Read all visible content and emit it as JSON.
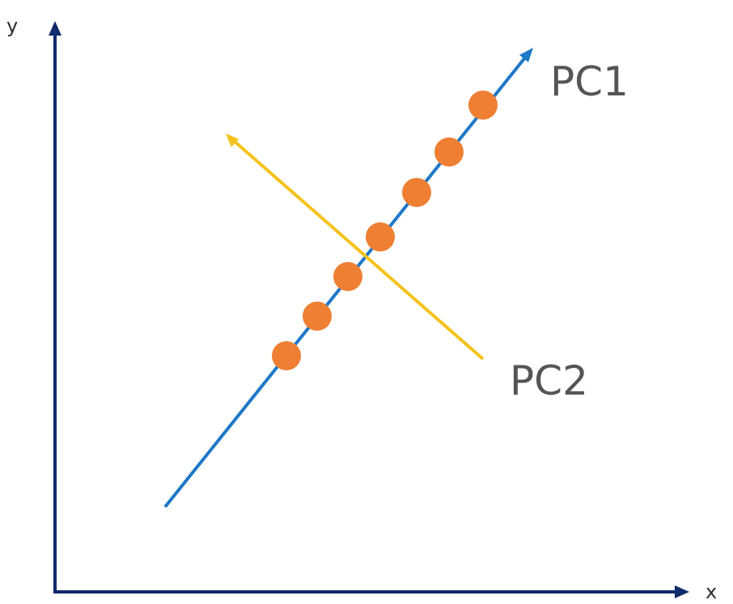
{
  "axes": {
    "x_label": "x",
    "y_label": "y",
    "color": "#102a6b"
  },
  "components": [
    {
      "key": "pc1",
      "label": "PC1",
      "color": "#1f78c8"
    },
    {
      "key": "pc2",
      "label": "PC2",
      "color": "#f5c21b"
    }
  ],
  "points": {
    "count": 7,
    "color": "#ee7f33"
  }
}
